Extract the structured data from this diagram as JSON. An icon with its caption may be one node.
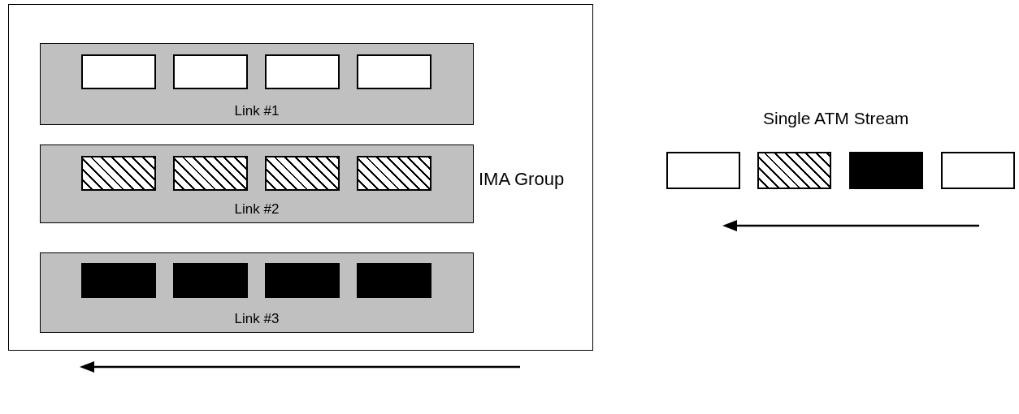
{
  "diagram": {
    "nodes": [
      {
        "text": [
          "IMA Group"
        ]
      },
      {
        "text": [
          "Link #1"
        ],
        "in": 0
      },
      {
        "text": [],
        "shape": "box",
        "in": 1
      },
      {
        "text": [],
        "shape": "box",
        "in": 1
      },
      {
        "text": [],
        "shape": "box",
        "in": 1
      },
      {
        "text": [],
        "shape": "box",
        "in": 1
      },
      {
        "text": [
          "Link #2"
        ],
        "in": 0
      },
      {
        "text": [],
        "shape": "box",
        "in": 6
      },
      {
        "text": [],
        "shape": "box",
        "in": 6
      },
      {
        "text": [],
        "shape": "box",
        "in": 6
      },
      {
        "text": [],
        "shape": "box",
        "in": 6
      },
      {
        "text": [
          "Link #3"
        ],
        "in": 0
      },
      {
        "text": [],
        "shape": "box",
        "in": 11
      },
      {
        "text": [],
        "shape": "box",
        "in": 11
      },
      {
        "text": [],
        "shape": "box",
        "in": 11
      },
      {
        "text": [],
        "shape": "box",
        "in": 11
      },
      {
        "text": [],
        "shape": "box"
      },
      {
        "text": [],
        "shape": "box"
      },
      {
        "text": [],
        "shape": "box"
      },
      {
        "text": [],
        "shape": "box"
      }
    ],
    "labels": [
      "Single ATM Stream"
    ]
  }
}
